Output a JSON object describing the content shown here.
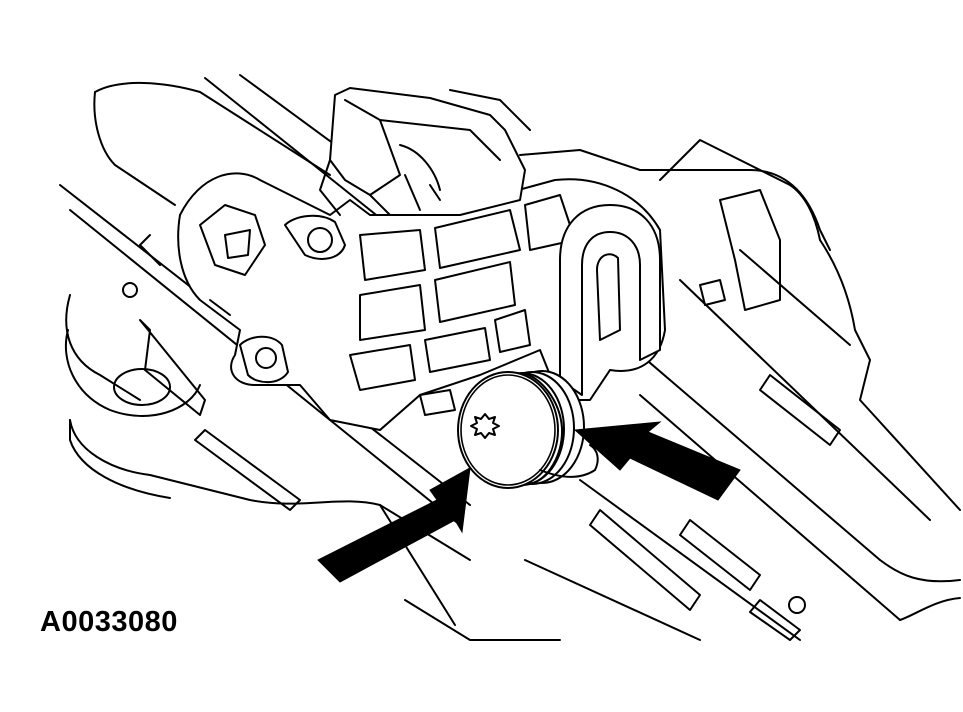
{
  "figure": {
    "reference_code": "A0033080",
    "colors": {
      "line": "#000000",
      "background": "#ffffff",
      "arrow_fill": "#000000"
    },
    "callouts": [
      {
        "name": "left-arrow",
        "points_to": "screw-head"
      },
      {
        "name": "right-arrow",
        "points_to": "screw-head-edge"
      }
    ],
    "fastener_icon": "torx-star-icon"
  }
}
